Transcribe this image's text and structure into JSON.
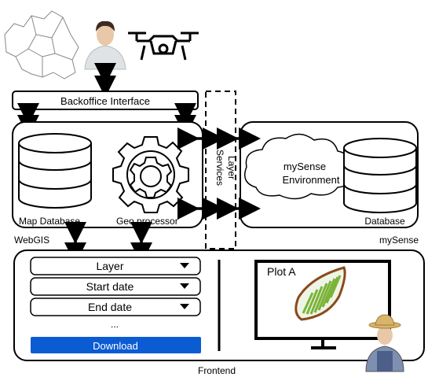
{
  "backoffice": {
    "label": "Backoffice Interface"
  },
  "services": {
    "label_1": "Services",
    "label_2": "Layer"
  },
  "webgis": {
    "label": "WebGIS",
    "map_database_label": "Map Database",
    "geo_processor_label": "Geo processor"
  },
  "mysense": {
    "label": "mySense",
    "environment_line1": "mySense",
    "environment_line2": "Environment",
    "database_label": "Database"
  },
  "frontend": {
    "label": "Frontend",
    "dropdowns": [
      {
        "label": "Layer"
      },
      {
        "label": "Start date"
      },
      {
        "label": "End date"
      }
    ],
    "more": "...",
    "download_label": "Download",
    "plot_title": "Plot A"
  },
  "colors": {
    "download_button": "#0b5bd3",
    "plot_outline": "#8b4a1c",
    "plot_fill": "#7bb33a"
  },
  "icons": [
    "map-icon",
    "user-icon",
    "drone-icon",
    "database-icon",
    "gear-icon",
    "cloud-icon",
    "monitor-icon",
    "farmer-icon",
    "dropdown-arrow-icon",
    "double-arrow-icon"
  ]
}
